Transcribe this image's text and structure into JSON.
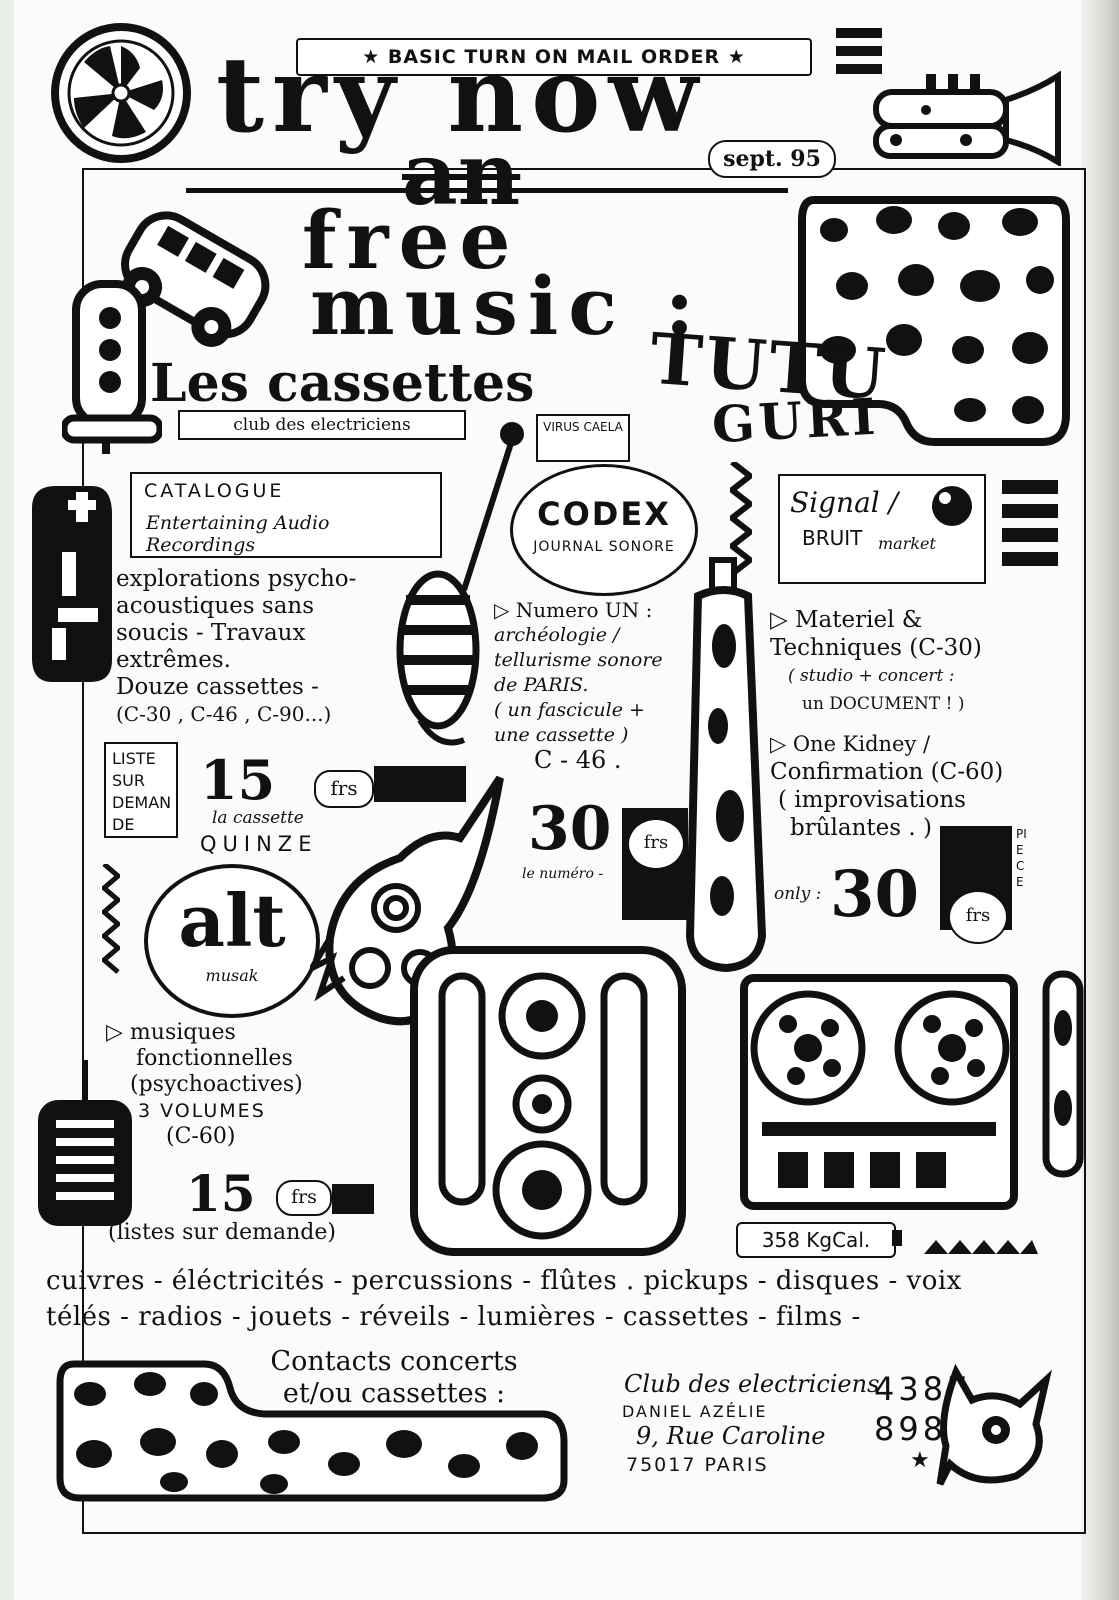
{
  "header": {
    "mail_order": "★ BASIC TURN ON MAIL ORDER ★",
    "line1": "try now",
    "line2": "an",
    "line3": "free",
    "line4": "music :",
    "date": "sept. 95"
  },
  "les_cassettes": "Les cassettes",
  "tutu": "TUTU",
  "guri": "GURI",
  "club_tag": "club des electriciens",
  "virus_tag": "VIRUS CAELA",
  "catalogue": {
    "title": "CATALOGUE",
    "subtitle": "Entertaining Audio Recordings",
    "lines": [
      "explorations psycho-",
      "acoustiques sans",
      "soucis - Travaux",
      "extrêmes.",
      "Douze cassettes -",
      "(C-30 , C-46 , C-90...)"
    ],
    "liste": "LISTE SUR DEMAN DE",
    "price": "15",
    "frs": "frs",
    "la_cassette": "la cassette",
    "quinze": "QUINZE"
  },
  "codex": {
    "title": "CODEX",
    "subtitle": "JOURNAL SONORE",
    "lines": [
      "▷ Numero UN :",
      "archéologie /",
      "tellurisme sonore",
      "de PARIS.",
      "( un fascicule +",
      "une cassette )",
      "C - 46 ."
    ],
    "price": "30",
    "frs": "frs",
    "le_numero": "le numéro -"
  },
  "signal": {
    "name1": "Signal /",
    "name2": "BRUIT",
    "market": "market",
    "items1": [
      "▷ Materiel &",
      "Techniques (C-30)",
      "( studio + concert :",
      "un DOCUMENT ! )"
    ],
    "items2": [
      "▷ One Kidney /",
      "Confirmation (C-60)",
      "( improvisations",
      "brûlantes . )"
    ],
    "only": "only :",
    "price": "30",
    "frs": "frs",
    "piece": "PIECE"
  },
  "alt": {
    "logo": "alt",
    "logo_sub": "musak",
    "lines": [
      "▷ musiques",
      "fonctionnelles",
      "(psychoactives)",
      "3 VOLUMES",
      "(C-60)"
    ],
    "price": "15",
    "frs": "frs",
    "listes": "(listes sur demande)"
  },
  "battery_label": "358 KgCal.",
  "instruments1": "cuivres - éléctricités - percussions - flûtes . pickups - disques - voix",
  "instruments2": "télés - radios - jouets - réveils - lumières - cassettes - films -",
  "contacts": {
    "line1": "Contacts concerts",
    "line2": "et/ou cassettes :",
    "club": "Club des electriciens",
    "name": "DANIEL AZÉLIE",
    "street": "9, Rue Caroline",
    "city": "75017 PARIS",
    "phone1": "4387",
    "phone2": "8981",
    "star": "★"
  },
  "icons": [
    "lemon-slice-icon",
    "trumpet-icon",
    "car-icon",
    "spotted-cushion-icon",
    "speaker-icon",
    "cassette-recorder-icon",
    "reel-to-reel-icon",
    "bird-icon",
    "radio-icon"
  ]
}
